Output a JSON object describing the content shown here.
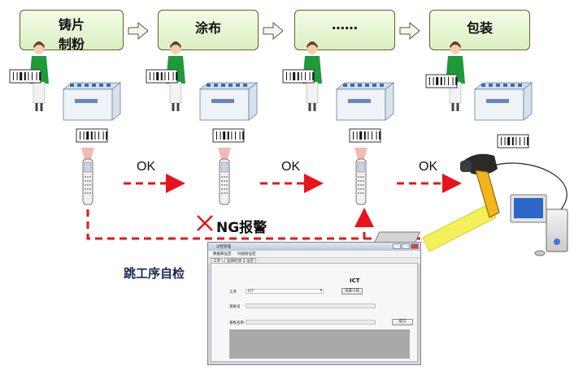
{
  "process_steps": [
    {
      "lines": [
        "铸片",
        "制粉"
      ]
    },
    {
      "lines": [
        "涂布"
      ]
    },
    {
      "lines": [
        "……"
      ]
    },
    {
      "lines": [
        "包装"
      ]
    }
  ],
  "ok_labels": [
    "OK",
    "OK",
    "OK"
  ],
  "ng_label": "NG报警",
  "skip_check_label": "跳工序自检",
  "window": {
    "title": "过程管理",
    "menu": [
      "数据库设定",
      "扫描枪设定"
    ],
    "tabs": [
      "工序",
      "品牌检测",
      "设定"
    ],
    "heading": "ICT",
    "process_label": "工序",
    "process_value": "ICT",
    "set_process_button": "设置工段",
    "code_label": "基板号",
    "name_label": "基板名称",
    "submit_button": "提交"
  },
  "colors": {
    "arrow_red": "#e8141b",
    "box_fill": "#e4f3d2",
    "box_border": "#4d6b2c",
    "beam": "#f3f05a"
  }
}
